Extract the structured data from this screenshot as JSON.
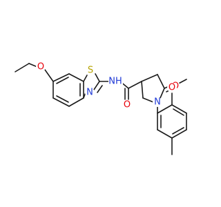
{
  "molecule": {
    "atoms": {
      "o_ethoxy": {
        "label": "O",
        "color": "#e8000b"
      },
      "s_thiazole": {
        "label": "S",
        "color": "#b5a300"
      },
      "n_thiazole": {
        "label": "N",
        "color": "#1f39d6"
      },
      "nh_amide": {
        "label": "NH",
        "color": "#1f39d6"
      },
      "o_amide": {
        "label": "O",
        "color": "#e8000b"
      },
      "o_lactam": {
        "label": "O",
        "color": "#e8000b"
      },
      "n_pyrrolidine": {
        "label": "N",
        "color": "#1f39d6"
      },
      "o_methoxy": {
        "label": "O",
        "color": "#e8000b"
      }
    },
    "bond_color": "#1a1a1a"
  }
}
